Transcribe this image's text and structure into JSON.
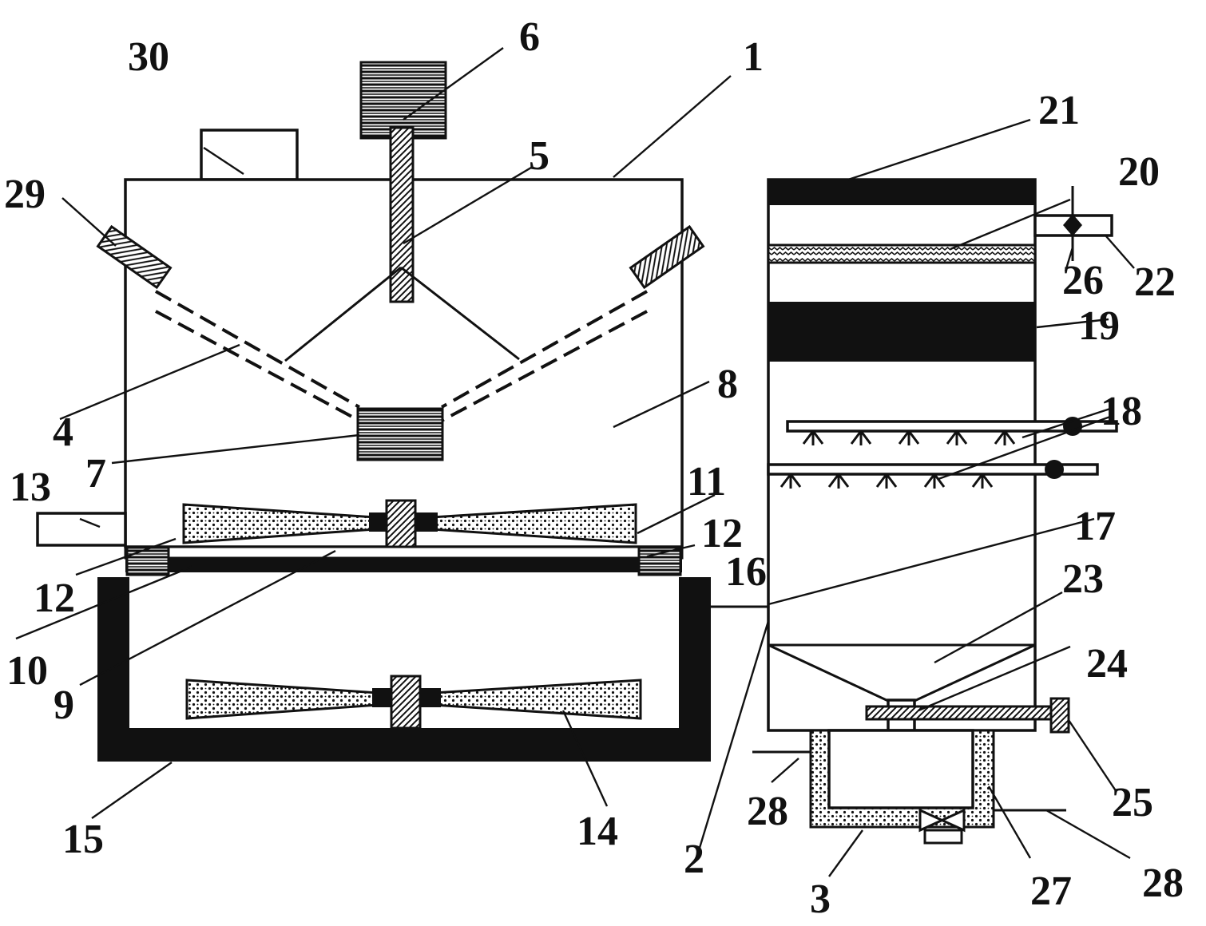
{
  "callouts": [
    {
      "id": "1",
      "text": "1"
    },
    {
      "id": "2",
      "text": "2"
    },
    {
      "id": "3",
      "text": "3"
    },
    {
      "id": "4",
      "text": "4"
    },
    {
      "id": "5",
      "text": "5"
    },
    {
      "id": "6",
      "text": "6"
    },
    {
      "id": "7",
      "text": "7"
    },
    {
      "id": "8",
      "text": "8"
    },
    {
      "id": "9",
      "text": "9"
    },
    {
      "id": "10",
      "text": "10"
    },
    {
      "id": "11",
      "text": "11"
    },
    {
      "id": "12a",
      "text": "12"
    },
    {
      "id": "12b",
      "text": "12"
    },
    {
      "id": "13",
      "text": "13"
    },
    {
      "id": "14",
      "text": "14"
    },
    {
      "id": "15",
      "text": "15"
    },
    {
      "id": "16",
      "text": "16"
    },
    {
      "id": "17",
      "text": "17"
    },
    {
      "id": "18",
      "text": "18"
    },
    {
      "id": "19",
      "text": "19"
    },
    {
      "id": "20",
      "text": "20"
    },
    {
      "id": "21",
      "text": "21"
    },
    {
      "id": "22",
      "text": "22"
    },
    {
      "id": "23",
      "text": "23"
    },
    {
      "id": "24",
      "text": "24"
    },
    {
      "id": "25",
      "text": "25"
    },
    {
      "id": "26",
      "text": "26"
    },
    {
      "id": "27",
      "text": "27"
    },
    {
      "id": "28a",
      "text": "28"
    },
    {
      "id": "28b",
      "text": "28"
    },
    {
      "id": "29",
      "text": "29"
    },
    {
      "id": "30",
      "text": "30"
    }
  ]
}
